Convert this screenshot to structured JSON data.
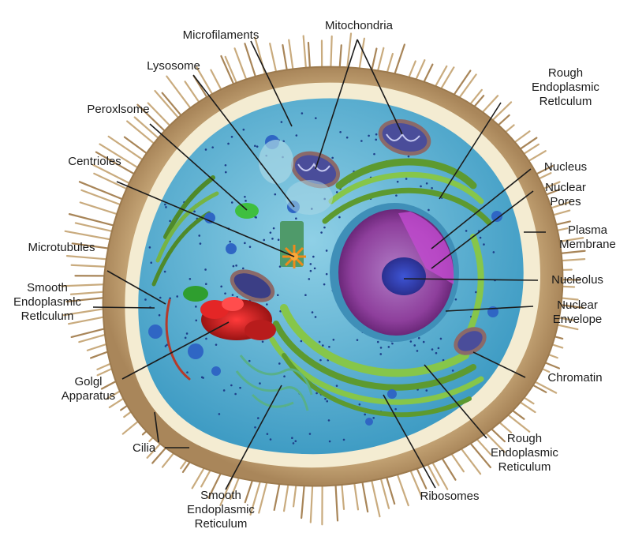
{
  "diagram": {
    "labels": {
      "mitochondria": "Mitochondria",
      "microfilaments": "Microfilaments",
      "lysosome": "Lysosome",
      "peroxisome": "Peroxlsome",
      "centrioles": "Centrioles",
      "microtubules": "Microtubules",
      "smooth_er_left": "Smooth\nEndoplasmlc\nRetlculum",
      "golgi": "Golgl\nApparatus",
      "cilia": "Cilia",
      "smooth_er_bottom": "Smooth\nEndoplasmic\nReticulum",
      "ribosomes": "Ribosomes",
      "rough_er_bottom": "Rough\nEndoplasmic\nReticulum",
      "chromatin": "Chromatin",
      "nuclear_envelope": "Nuclear\nEnvelope",
      "nucleolus": "Nucleolus",
      "plasma_membrane": "Plasma\nMembrane",
      "nuclear_pores": "Nuclear\nPores",
      "nucleus": "Nucleus",
      "rough_er_top": "Rough\nEndoplasmic\nRetlculum"
    }
  },
  "colors": {
    "cilia": "#b89a6a",
    "membrane_outer": "#c9a978",
    "membrane_inner": "#f4ecd2",
    "cytoplasm": "#5fb7d8",
    "cytoplasm_light": "#8fd0e6",
    "nucleus_outer": "#7a2a86",
    "nucleus_inner": "#9b5bb0",
    "nucleolus": "#2d3fb5",
    "golgi": "#d02a2a",
    "er": "#6aa83a",
    "mito": "#4a4d9a",
    "peroxisome": "#3fbf3f",
    "centriole": "#f08a1a",
    "line": "#1b1b1b"
  }
}
